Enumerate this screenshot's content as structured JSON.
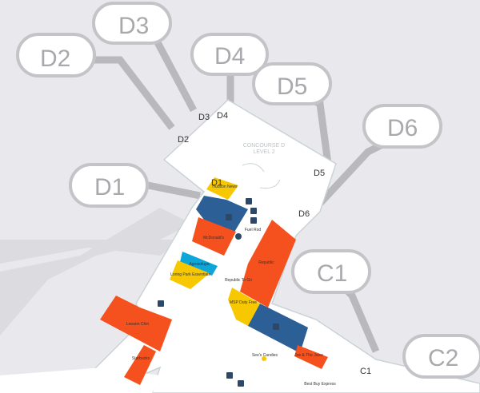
{
  "concourse": {
    "line1": "CONCOURSE D",
    "line2": "LEVEL 2"
  },
  "gate_bubbles": {
    "d1": "D1",
    "d2": "D2",
    "d3": "D3",
    "d4": "D4",
    "d5": "D5",
    "d6": "D6",
    "c1": "C1",
    "c2": "C2"
  },
  "gate_labels": {
    "d1": "D1",
    "d2": "D2",
    "d3": "D3",
    "d4": "D4",
    "d5": "D5",
    "d6": "D6",
    "c1": "C1"
  },
  "stores": {
    "hudson_news": "Hudson News",
    "mcdonalds": "McDonald's",
    "fuel_rod": "Fuel Rod",
    "republic": "Republic",
    "republic_to_go": "Republic To Go",
    "agrosolupa": "Agrosolupa",
    "loring_park": "Loring Park Essentials",
    "msp_duty_free": "MSP Duty Free",
    "leeann_chin": "Leeann Chin",
    "starbucks": "Starbucks",
    "sees_candies": "See's Candies",
    "joe_juice": "Joe & The Juice",
    "best_buy": "Best Buy Express"
  },
  "icons": [
    "restroom-icon",
    "family-restroom-icon",
    "elevator-icon",
    "atm-icon",
    "luggage-icon",
    "water-fountain-icon",
    "info-icon",
    "escalator-icon"
  ],
  "colors": {
    "restaurant": "#f4511e",
    "retail": "#f7c800",
    "restroom": "#2c5f96",
    "other": "#0ea5d8",
    "corridor": "#b9b9bd",
    "floor": "#ffffff",
    "background": "#e9e9ed"
  }
}
